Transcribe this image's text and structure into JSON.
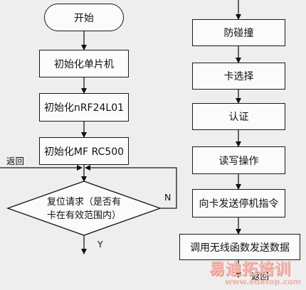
{
  "left_column": {
    "start": "开始",
    "init_mcu": "初始化单片机",
    "init_nrf": "初始化nRF24L01",
    "init_mf": "初始化MF RC500",
    "decision_line1": "复位请求（是否有",
    "decision_line2": "卡在有效范围内）"
  },
  "right_column": {
    "anticollision": "防碰撞",
    "card_select": "卡选择",
    "authenticate": "认证",
    "read_write": "读写操作",
    "send_halt": "向卡发送停机指令",
    "wireless_send": "调用无线函数发送数据"
  },
  "labels": {
    "return_left": "返回",
    "no": "N",
    "yes": "Y",
    "return_bottom": "返回"
  },
  "watermark": {
    "brand": "易迪拓培训",
    "url": "www.edatop.com"
  },
  "colors": {
    "background": "#eeeeee",
    "box_fill": "#fbfbfb",
    "stroke": "#1a1a1a",
    "watermark": "#f4b8b0"
  }
}
